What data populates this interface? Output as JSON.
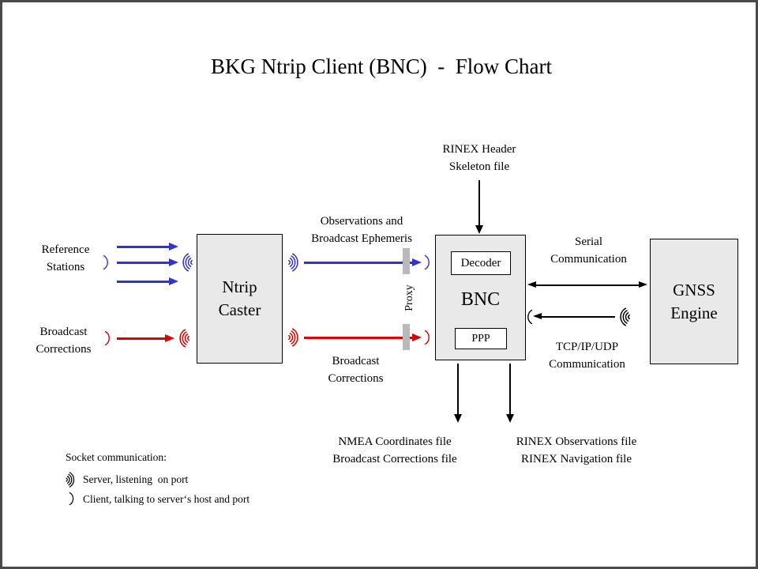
{
  "title": "BKG Ntrip Client (BNC)  -  Flow Chart",
  "colors": {
    "blue": "#3333cc",
    "red": "#dd0000",
    "node_fill": "#e9e9e9",
    "proxy_bar": "#b9b9b9",
    "frame": "#4a4a4a"
  },
  "nodes": {
    "ntrip_caster": "Ntrip\nCaster",
    "bnc": "BNC",
    "decoder": "Decoder",
    "ppp": "PPP",
    "gnss_engine": "GNSS\nEngine"
  },
  "labels": {
    "reference_stations": "Reference\nStations",
    "broadcast_corrections_input": "Broadcast\nCorrections",
    "observations_ephemeris": "Observations and\nBroadcast Ephemeris",
    "broadcast_corrections_stream": "Broadcast\nCorrections",
    "proxy": "Proxy",
    "rinex_header_skeleton": "RINEX Header\nSkeleton file",
    "serial_communication": "Serial\nCommunication",
    "tcpip_udp_communication": "TCP/IP/UDP\nCommunication",
    "nmea_output": "NMEA Coordinates file\nBroadcast Corrections file",
    "rinex_output": "RINEX Observations file\nRINEX Navigation file"
  },
  "legend": {
    "title": "Socket communication:",
    "server": "Server, listening  on port",
    "client": "Client, talking to server‘s host and port"
  }
}
